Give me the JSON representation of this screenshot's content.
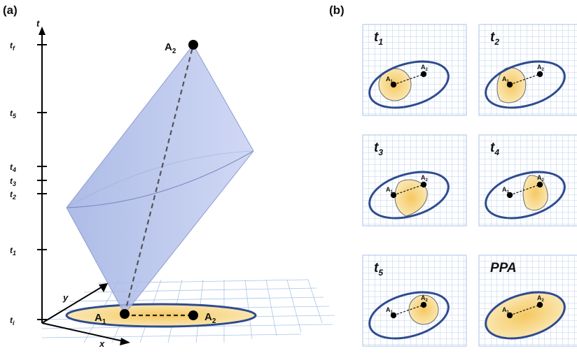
{
  "panel_a": {
    "label": "(a)",
    "t_axis_label": "t",
    "x_axis_label": "x",
    "y_axis_label": "y",
    "ticks": [
      "t",
      "t",
      "t",
      "t",
      "t",
      "t",
      "t"
    ],
    "tick_subs": [
      "f",
      "5",
      "4",
      "3",
      "2",
      "1",
      "i"
    ],
    "point_a1_label": "A",
    "point_a1_sub": "1",
    "point_a2_top_label": "A",
    "point_a2_top_sub": "2",
    "point_a2_base_label": "A",
    "point_a2_base_sub": "2"
  },
  "panel_b": {
    "label": "(b)",
    "tiles": [
      {
        "title": "t",
        "sub": "1",
        "a1": "A",
        "a1_sub": "1",
        "a2": "A",
        "a2_sub": "2"
      },
      {
        "title": "t",
        "sub": "2",
        "a1": "A",
        "a1_sub": "1",
        "a2": "A",
        "a2_sub": "2"
      },
      {
        "title": "t",
        "sub": "3",
        "a1": "A",
        "a1_sub": "1",
        "a2": "A",
        "a2_sub": "2"
      },
      {
        "title": "t",
        "sub": "4",
        "a1": "A",
        "a1_sub": "1",
        "a2": "A",
        "a2_sub": "2"
      },
      {
        "title": "t",
        "sub": "5",
        "a1": "A",
        "a1_sub": "1",
        "a2": "A",
        "a2_sub": "2"
      },
      {
        "title": "PPA",
        "sub": "",
        "a1": "A",
        "a1_sub": "1",
        "a2": "A",
        "a2_sub": "2"
      }
    ]
  },
  "colors": {
    "ellipse_stroke": "#2e4b8f",
    "fill_yellow": "#f6d98a",
    "cone_fill": "#b4c0ea",
    "grid": "#aac4e8"
  }
}
